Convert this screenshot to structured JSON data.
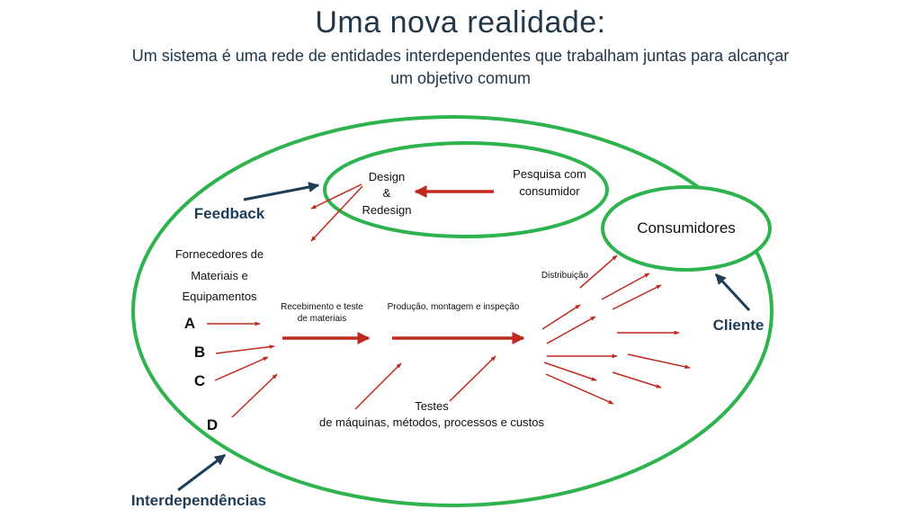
{
  "title": "Uma nova realidade:",
  "subtitle_line1": "Um sistema é uma rede de entidades interdependentes que trabalham juntas para alcançar",
  "subtitle_line2": "um objetivo comum",
  "design": {
    "line1": "Design",
    "line2": "&",
    "line3": "Redesign"
  },
  "pesquisa": {
    "line1": "Pesquisa com",
    "line2": "consumidor"
  },
  "consumidores": "Consumidores",
  "feedback": "Feedback",
  "cliente": "Cliente",
  "interdependencias": "Interdependências",
  "fornecedores": {
    "line1": "Fornecedores de",
    "line2": "Materiais e",
    "line3": "Equipamentos"
  },
  "letters": [
    "A",
    "B",
    "C",
    "D"
  ],
  "recebimento": {
    "line1": "Recebimento e teste",
    "line2": "de materiais"
  },
  "producao": "Produção, montagem e inspeção",
  "distribuicao": "Distribuição",
  "testes": {
    "line1": "Testes",
    "line2": "de máquinas, métodos, processos e custos"
  },
  "colors": {
    "green": "#2eb34f",
    "red": "#c0291f",
    "navy": "#1d3d58",
    "title": "#22384a"
  }
}
